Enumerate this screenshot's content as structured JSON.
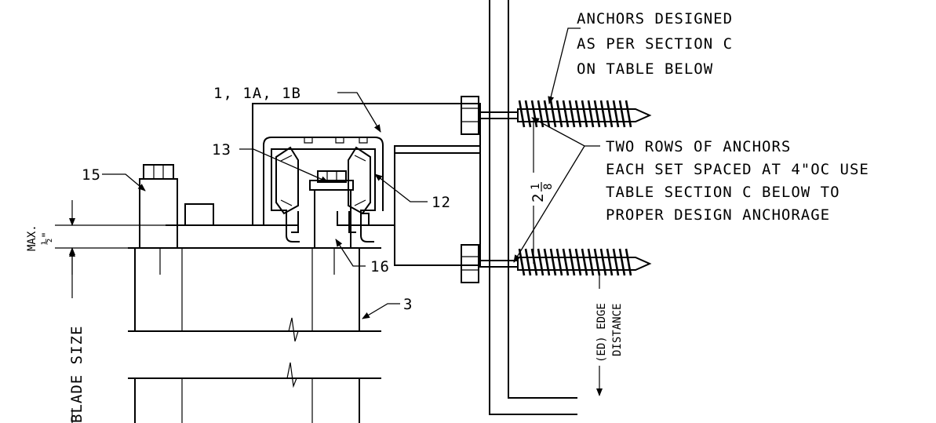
{
  "callouts": {
    "anchors_note": [
      "ANCHORS DESIGNED",
      "AS PER SECTION C",
      "ON TABLE BELOW"
    ],
    "rows_note": [
      "TWO ROWS OF ANCHORS",
      "EACH SET SPACED AT 4\"OC USE",
      "TABLE SECTION C BELOW TO",
      "PROPER DESIGN ANCHORAGE"
    ],
    "part_1": "1, 1A, 1B",
    "part_13": "13",
    "part_15": "15",
    "part_12": "12",
    "part_16": "16",
    "part_3": "3"
  },
  "dimensions": {
    "max_label": "MAX.",
    "max_value": "½\"",
    "anchor_spacing_whole": "2",
    "anchor_spacing_num": "1",
    "anchor_spacing_den": "8",
    "blade_size": "BLADE SIZE",
    "edge_distance_1": "(ED) EDGE",
    "edge_distance_2": "DISTANCE"
  }
}
